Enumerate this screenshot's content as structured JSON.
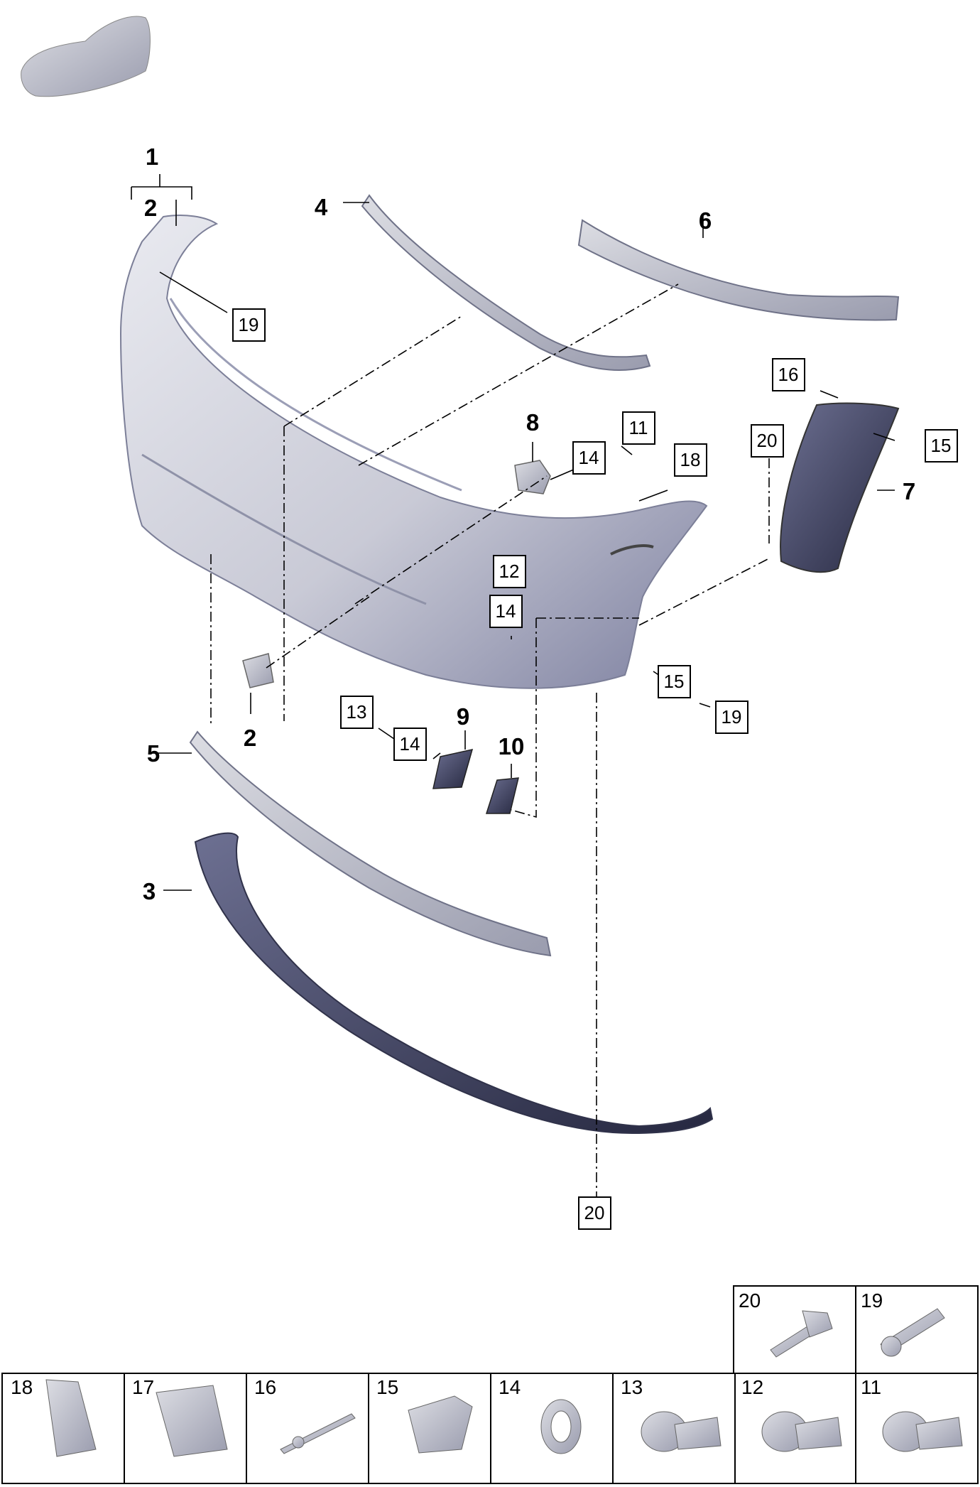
{
  "callouts_bold": {
    "c1": "1",
    "c2_top": "2",
    "c2_bottom": "2",
    "c3": "3",
    "c4": "4",
    "c5": "5",
    "c6": "6",
    "c7": "7",
    "c8": "8",
    "c9": "9",
    "c10": "10"
  },
  "callouts_boxed": {
    "b19_left": "19",
    "b16": "16",
    "b20_right": "20",
    "b15_right": "15",
    "b11": "11",
    "b14_a": "14",
    "b18": "18",
    "b12": "12",
    "b14_b": "14",
    "b15_lower": "15",
    "b19_lower": "19",
    "b13": "13",
    "b14_c": "14",
    "b20_bottom": "20"
  },
  "legend": {
    "top_row": [
      "20",
      "19"
    ],
    "bottom_row": [
      "18",
      "17",
      "16",
      "15",
      "14",
      "13",
      "12",
      "11"
    ]
  },
  "icons": {
    "car": "car-silhouette-icon",
    "bumper_cover": "front-bumper-cover",
    "colors": {
      "part_light": "#d2d3db",
      "part_shade": "#8f92a8",
      "part_dark": "#2c2e45",
      "line": "#000000"
    }
  }
}
